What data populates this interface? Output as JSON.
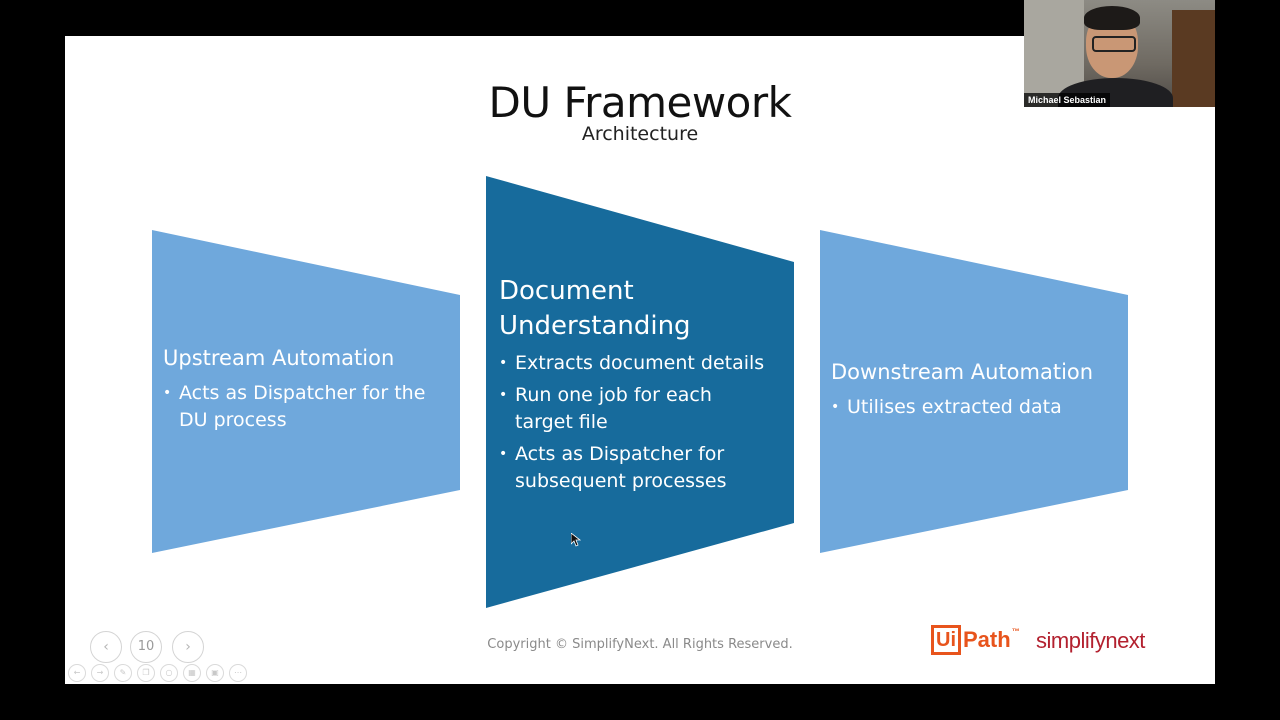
{
  "slide": {
    "title": "DU Framework",
    "subtitle": "Architecture",
    "colors": {
      "panel_light": "#6fa8dc",
      "panel_dark": "#176b9c"
    },
    "panels": [
      {
        "heading": "Upstream Automation",
        "bullets": [
          "Acts as Dispatcher for the DU process"
        ]
      },
      {
        "heading": "Document Understanding",
        "bullets": [
          "Extracts document details",
          "Run one job for each target file",
          "Acts as Dispatcher for subsequent processes"
        ]
      },
      {
        "heading": "Downstream Automation",
        "bullets": [
          "Utilises extracted data"
        ]
      }
    ],
    "copyright": "Copyright © SimplifyNext. All Rights Reserved.",
    "logos": {
      "uipath_box": "Ui",
      "uipath_rest": "Path",
      "uipath_tm": "™",
      "simplify": "simplifynext"
    }
  },
  "navigation": {
    "prev_icon": "chevron-left-icon",
    "next_icon": "chevron-right-icon",
    "page": "10"
  },
  "webcam": {
    "name": "Michael Sebastian"
  }
}
